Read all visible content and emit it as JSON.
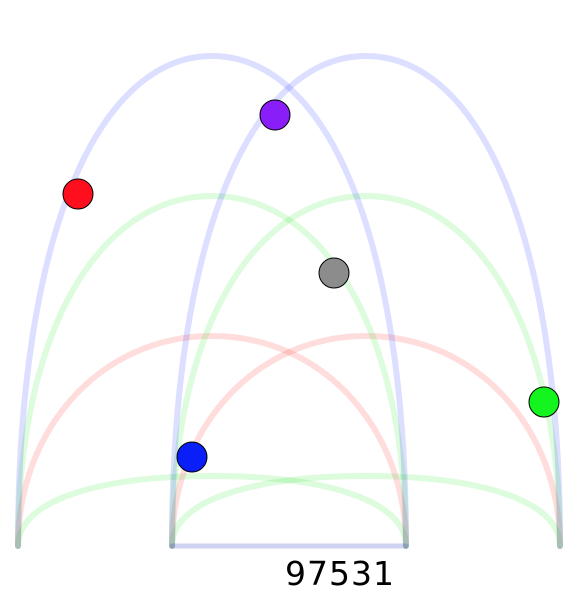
{
  "score": "97531",
  "colors": {
    "blue_track": "#1428ff",
    "green_track": "#1ee61e",
    "red_track": "#ff1e1e",
    "base": "#2a3cc8",
    "background": "#ffffff"
  },
  "balls": [
    {
      "name": "red-ball",
      "color": "#ff0f1e"
    },
    {
      "name": "purple-ball",
      "color": "#8a1ef8"
    },
    {
      "name": "gray-ball",
      "color": "#8c8c8c"
    },
    {
      "name": "green-ball",
      "color": "#14f41e"
    },
    {
      "name": "blue-ball",
      "color": "#0a1ef8"
    }
  ]
}
